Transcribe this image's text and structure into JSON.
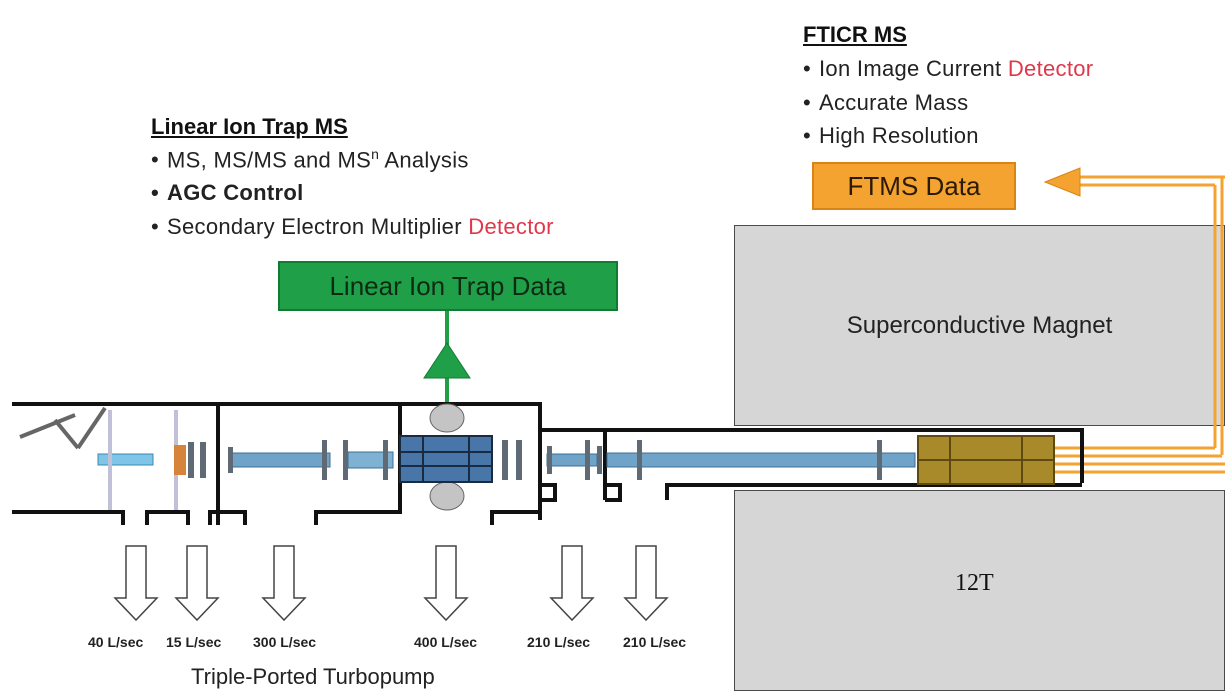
{
  "ftms_section": {
    "heading": "FTICR MS",
    "bullet1_prefix": "Ion Image Current ",
    "bullet1_highlight": "Detector",
    "bullet2": "Accurate Mass",
    "bullet3": "High Resolution",
    "data_box": "FTMS Data"
  },
  "lit_section": {
    "heading": "Linear Ion Trap MS",
    "bullet1_pre": "MS, MS/MS and MS",
    "bullet1_sup": "n",
    "bullet1_post": " Analysis",
    "bullet2": "AGC Control",
    "bullet3_prefix": "Secondary Electron Multiplier ",
    "bullet3_highlight": "Detector",
    "data_box": "Linear Ion Trap Data"
  },
  "magnet": {
    "label": "Superconductive Magnet",
    "field": "12T"
  },
  "pump_rates": [
    "40 L/sec",
    "15 L/sec",
    "300 L/sec",
    "400 L/sec",
    "210 L/sec",
    "210 L/sec"
  ],
  "pump_label": "Triple-Ported Turbopump",
  "colors": {
    "lit_green": "#1fa048",
    "ftms_orange": "#f4a230",
    "detector_red": "#e0384a",
    "magnet_gray": "#d6d6d6"
  }
}
